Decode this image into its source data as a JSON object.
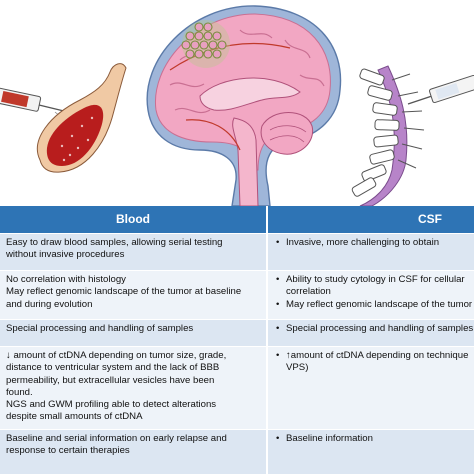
{
  "table": {
    "header": {
      "blood": "Blood",
      "csf": "CSF"
    },
    "rows": [
      {
        "blood": [
          "Easy to draw blood samples, allowing serial testing",
          "without invasive procedures"
        ],
        "csf": [
          "Invasive, more challenging to obtain"
        ]
      },
      {
        "blood": [
          "No correlation with histology",
          "May reflect genomic landscape of the tumor at baseline",
          "and during evolution"
        ],
        "csf": [
          "Ability to study cytology in CSF for cellular",
          "correlation",
          "May reflect genomic landscape of the tumor"
        ]
      },
      {
        "blood": [
          "Special processing and handling of samples"
        ],
        "csf": [
          "Special processing and handling of samples"
        ]
      },
      {
        "blood": [
          "↓ amount of ctDNA depending on tumor size, grade,",
          "distance to ventricular system and the lack of BBB",
          "permeability, but extracellular vesicles have been",
          "found.",
          "NGS and GWM profiling able to detect alterations",
          "despite small amounts of ctDNA"
        ],
        "csf": [
          "↑amount of ctDNA depending on technique",
          "VPS)"
        ]
      },
      {
        "blood": [
          "Baseline and serial information on early relapse and",
          "response to certain therapies"
        ],
        "csf": [
          "Baseline information"
        ]
      }
    ]
  },
  "colors": {
    "header": "#2e74b5",
    "row_dark": "#dce6f2",
    "row_light": "#eef3f9",
    "brain": "#f2a7c3",
    "blood_vessel": "#c0392b"
  }
}
